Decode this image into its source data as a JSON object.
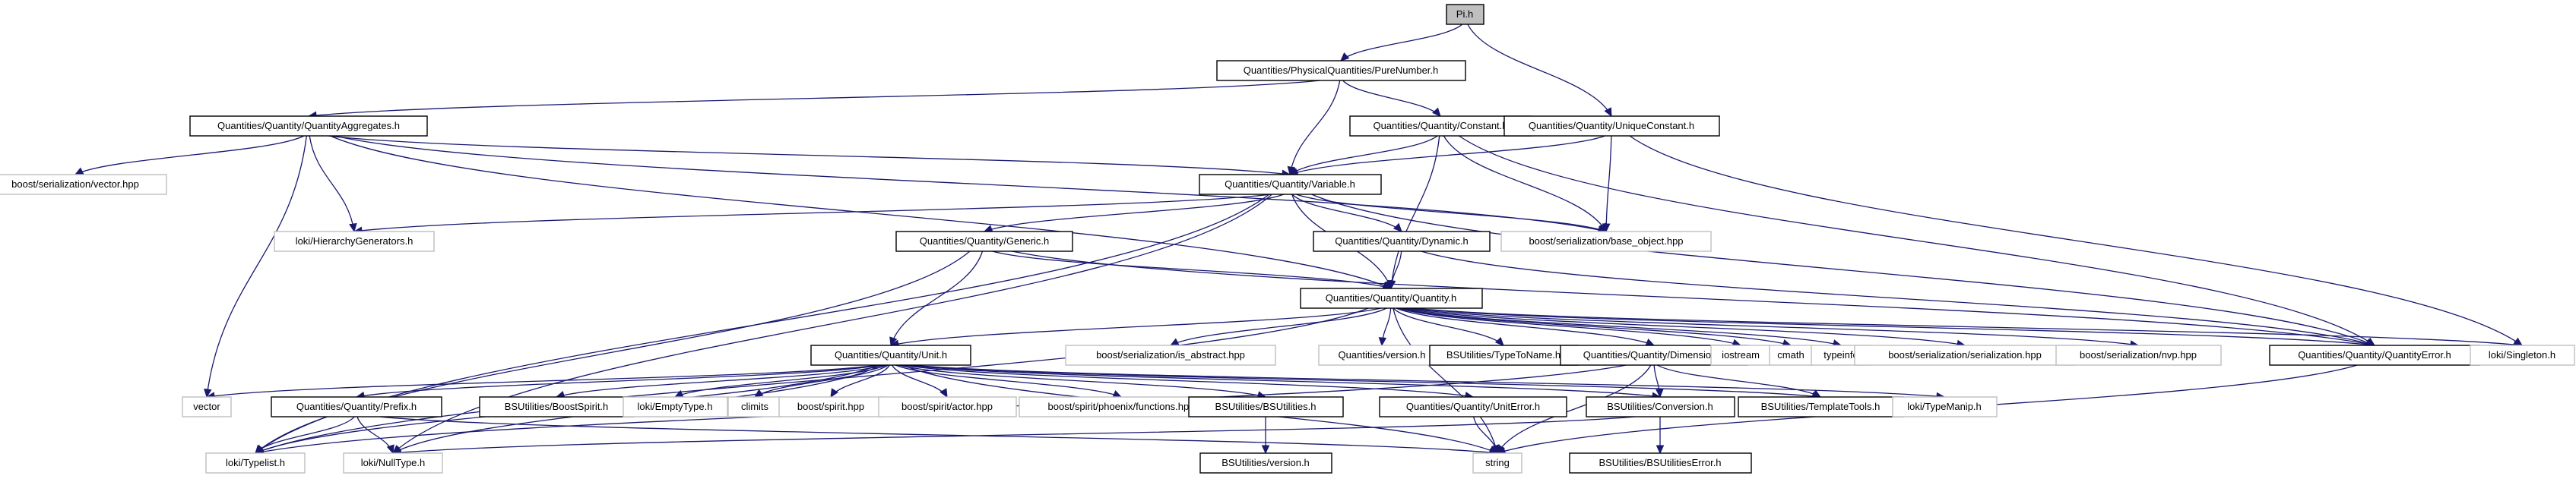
{
  "graph": {
    "colors": {
      "edge": "#191970",
      "local_border": "#000000",
      "external_border": "#bfbfbf",
      "root_fill": "#bfbfbf"
    },
    "nodes": [
      {
        "id": "pi",
        "label": "Pi.h",
        "kind": "root"
      },
      {
        "id": "purenumber",
        "label": "Quantities/PhysicalQuantities/PureNumber.h",
        "kind": "local"
      },
      {
        "id": "aggregates",
        "label": "Quantities/Quantity/QuantityAggregates.h",
        "kind": "local"
      },
      {
        "id": "constant",
        "label": "Quantities/Quantity/Constant.h",
        "kind": "local"
      },
      {
        "id": "uniqueconstant",
        "label": "Quantities/Quantity/UniqueConstant.h",
        "kind": "local"
      },
      {
        "id": "bs_vector",
        "label": "boost/serialization/vector.hpp",
        "kind": "external"
      },
      {
        "id": "variable",
        "label": "Quantities/Quantity/Variable.h",
        "kind": "local"
      },
      {
        "id": "hiergen",
        "label": "loki/HierarchyGenerators.h",
        "kind": "external"
      },
      {
        "id": "generic",
        "label": "Quantities/Quantity/Generic.h",
        "kind": "local"
      },
      {
        "id": "dynamic",
        "label": "Quantities/Quantity/Dynamic.h",
        "kind": "local"
      },
      {
        "id": "base_object",
        "label": "boost/serialization/base_object.hpp",
        "kind": "external"
      },
      {
        "id": "quantity",
        "label": "Quantities/Quantity/Quantity.h",
        "kind": "local"
      },
      {
        "id": "unit",
        "label": "Quantities/Quantity/Unit.h",
        "kind": "local"
      },
      {
        "id": "is_abstract",
        "label": "boost/serialization/is_abstract.hpp",
        "kind": "external"
      },
      {
        "id": "qversion",
        "label": "Quantities/version.h",
        "kind": "external"
      },
      {
        "id": "typetoname",
        "label": "BSUtilities/TypeToName.h",
        "kind": "local"
      },
      {
        "id": "dimension",
        "label": "Quantities/Quantity/Dimension.h",
        "kind": "local"
      },
      {
        "id": "iostream",
        "label": "iostream",
        "kind": "external"
      },
      {
        "id": "cmath",
        "label": "cmath",
        "kind": "external"
      },
      {
        "id": "typeinfo",
        "label": "typeinfo",
        "kind": "external"
      },
      {
        "id": "serialization",
        "label": "boost/serialization/serialization.hpp",
        "kind": "external"
      },
      {
        "id": "nvp",
        "label": "boost/serialization/nvp.hpp",
        "kind": "external"
      },
      {
        "id": "quantityerror",
        "label": "Quantities/Quantity/QuantityError.h",
        "kind": "local"
      },
      {
        "id": "singleton",
        "label": "loki/Singleton.h",
        "kind": "external"
      },
      {
        "id": "vector",
        "label": "vector",
        "kind": "external"
      },
      {
        "id": "prefix",
        "label": "Quantities/Quantity/Prefix.h",
        "kind": "local"
      },
      {
        "id": "boostspirit",
        "label": "BSUtilities/BoostSpirit.h",
        "kind": "local"
      },
      {
        "id": "emptytype",
        "label": "loki/EmptyType.h",
        "kind": "external"
      },
      {
        "id": "climits",
        "label": "climits",
        "kind": "external"
      },
      {
        "id": "spirit",
        "label": "boost/spirit.hpp",
        "kind": "external"
      },
      {
        "id": "actor",
        "label": "boost/spirit/actor.hpp",
        "kind": "external"
      },
      {
        "id": "phoenix",
        "label": "boost/spirit/phoenix/functions.hpp",
        "kind": "external"
      },
      {
        "id": "bsutilities",
        "label": "BSUtilities/BSUtilities.h",
        "kind": "local"
      },
      {
        "id": "uniterror",
        "label": "Quantities/Quantity/UnitError.h",
        "kind": "local"
      },
      {
        "id": "conversion",
        "label": "BSUtilities/Conversion.h",
        "kind": "local"
      },
      {
        "id": "templatetools",
        "label": "BSUtilities/TemplateTools.h",
        "kind": "local"
      },
      {
        "id": "typemanip",
        "label": "loki/TypeManip.h",
        "kind": "external"
      },
      {
        "id": "typelist",
        "label": "loki/Typelist.h",
        "kind": "external"
      },
      {
        "id": "nulltype",
        "label": "loki/NullType.h",
        "kind": "external"
      },
      {
        "id": "string",
        "label": "string",
        "kind": "external"
      },
      {
        "id": "bsversion",
        "label": "BSUtilities/version.h",
        "kind": "local"
      },
      {
        "id": "bserror",
        "label": "BSUtilities/BSUtilitiesError.h",
        "kind": "local"
      }
    ],
    "edges": [
      [
        "pi",
        "purenumber"
      ],
      [
        "pi",
        "uniqueconstant"
      ],
      [
        "purenumber",
        "aggregates"
      ],
      [
        "purenumber",
        "constant"
      ],
      [
        "purenumber",
        "variable"
      ],
      [
        "aggregates",
        "bs_vector"
      ],
      [
        "aggregates",
        "variable"
      ],
      [
        "aggregates",
        "hiergen"
      ],
      [
        "aggregates",
        "vector"
      ],
      [
        "aggregates",
        "base_object"
      ],
      [
        "aggregates",
        "quantity"
      ],
      [
        "constant",
        "variable"
      ],
      [
        "constant",
        "base_object"
      ],
      [
        "constant",
        "quantity"
      ],
      [
        "constant",
        "quantityerror"
      ],
      [
        "uniqueconstant",
        "variable"
      ],
      [
        "uniqueconstant",
        "base_object"
      ],
      [
        "uniqueconstant",
        "singleton"
      ],
      [
        "variable",
        "hiergen"
      ],
      [
        "variable",
        "generic"
      ],
      [
        "variable",
        "dynamic"
      ],
      [
        "variable",
        "base_object"
      ],
      [
        "variable",
        "quantity"
      ],
      [
        "variable",
        "quantityerror"
      ],
      [
        "variable",
        "typelist"
      ],
      [
        "variable",
        "nulltype"
      ],
      [
        "generic",
        "quantity"
      ],
      [
        "generic",
        "unit"
      ],
      [
        "generic",
        "typelist"
      ],
      [
        "generic",
        "quantityerror"
      ],
      [
        "dynamic",
        "quantity"
      ],
      [
        "dynamic",
        "quantityerror"
      ],
      [
        "quantity",
        "unit"
      ],
      [
        "quantity",
        "is_abstract"
      ],
      [
        "quantity",
        "qversion"
      ],
      [
        "quantity",
        "typetoname"
      ],
      [
        "quantity",
        "dimension"
      ],
      [
        "quantity",
        "iostream"
      ],
      [
        "quantity",
        "cmath"
      ],
      [
        "quantity",
        "typeinfo"
      ],
      [
        "quantity",
        "serialization"
      ],
      [
        "quantity",
        "nvp"
      ],
      [
        "quantity",
        "quantityerror"
      ],
      [
        "quantity",
        "singleton"
      ],
      [
        "quantity",
        "string"
      ],
      [
        "quantity",
        "typelist"
      ],
      [
        "unit",
        "vector"
      ],
      [
        "unit",
        "prefix"
      ],
      [
        "unit",
        "boostspirit"
      ],
      [
        "unit",
        "emptytype"
      ],
      [
        "unit",
        "climits"
      ],
      [
        "unit",
        "spirit"
      ],
      [
        "unit",
        "actor"
      ],
      [
        "unit",
        "phoenix"
      ],
      [
        "unit",
        "bsutilities"
      ],
      [
        "unit",
        "uniterror"
      ],
      [
        "unit",
        "conversion"
      ],
      [
        "unit",
        "templatetools"
      ],
      [
        "unit",
        "typemanip"
      ],
      [
        "unit",
        "typelist"
      ],
      [
        "unit",
        "nulltype"
      ],
      [
        "unit",
        "string"
      ],
      [
        "prefix",
        "typelist"
      ],
      [
        "prefix",
        "nulltype"
      ],
      [
        "prefix",
        "string"
      ],
      [
        "dimension",
        "templatetools"
      ],
      [
        "dimension",
        "conversion"
      ],
      [
        "dimension",
        "typelist"
      ],
      [
        "dimension",
        "string"
      ],
      [
        "bsutilities",
        "bsversion"
      ],
      [
        "uniterror",
        "string"
      ],
      [
        "conversion",
        "bserror"
      ],
      [
        "conversion",
        "nulltype"
      ],
      [
        "quantityerror",
        "string"
      ]
    ]
  }
}
